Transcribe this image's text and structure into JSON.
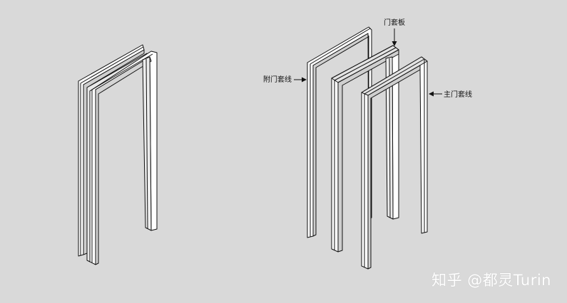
{
  "labels": {
    "door_casing_board": "门套板",
    "secondary_casing_line": "附门套线",
    "main_casing_line": "主门套线"
  },
  "watermark": "知乎 @都灵Turin",
  "colors": {
    "background": "#d9d9d9",
    "face": "#ffffff",
    "side": "#cfcfcf",
    "edge": "#111111"
  }
}
